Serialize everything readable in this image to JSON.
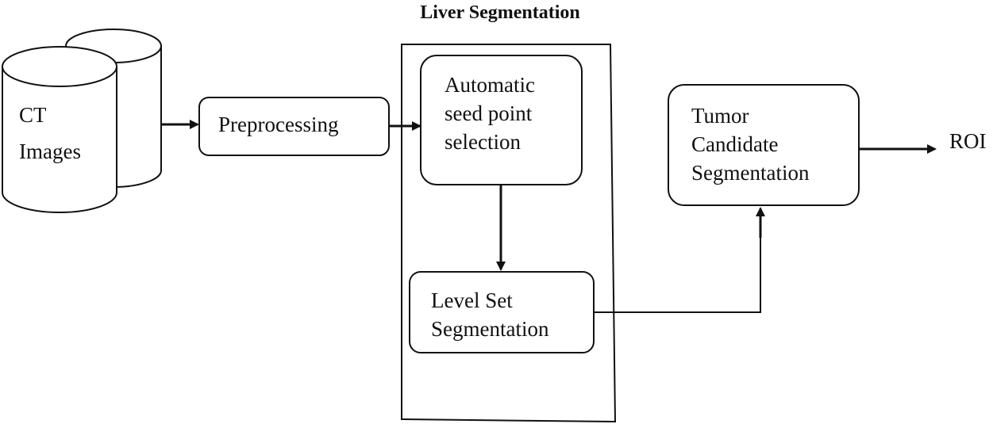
{
  "diagram": {
    "group_title": "Liver Segmentation",
    "nodes": {
      "ct_images": {
        "lines": [
          "CT",
          "Images"
        ]
      },
      "preprocessing": {
        "lines": [
          "Preprocessing"
        ]
      },
      "seed_selection": {
        "lines": [
          "Automatic",
          "seed point",
          "selection"
        ]
      },
      "level_set": {
        "lines": [
          "Level Set",
          "Segmentation"
        ]
      },
      "tumor_candidate": {
        "lines": [
          "Tumor",
          "Candidate",
          "Segmentation"
        ]
      },
      "roi": {
        "lines": [
          "ROI"
        ]
      }
    }
  }
}
